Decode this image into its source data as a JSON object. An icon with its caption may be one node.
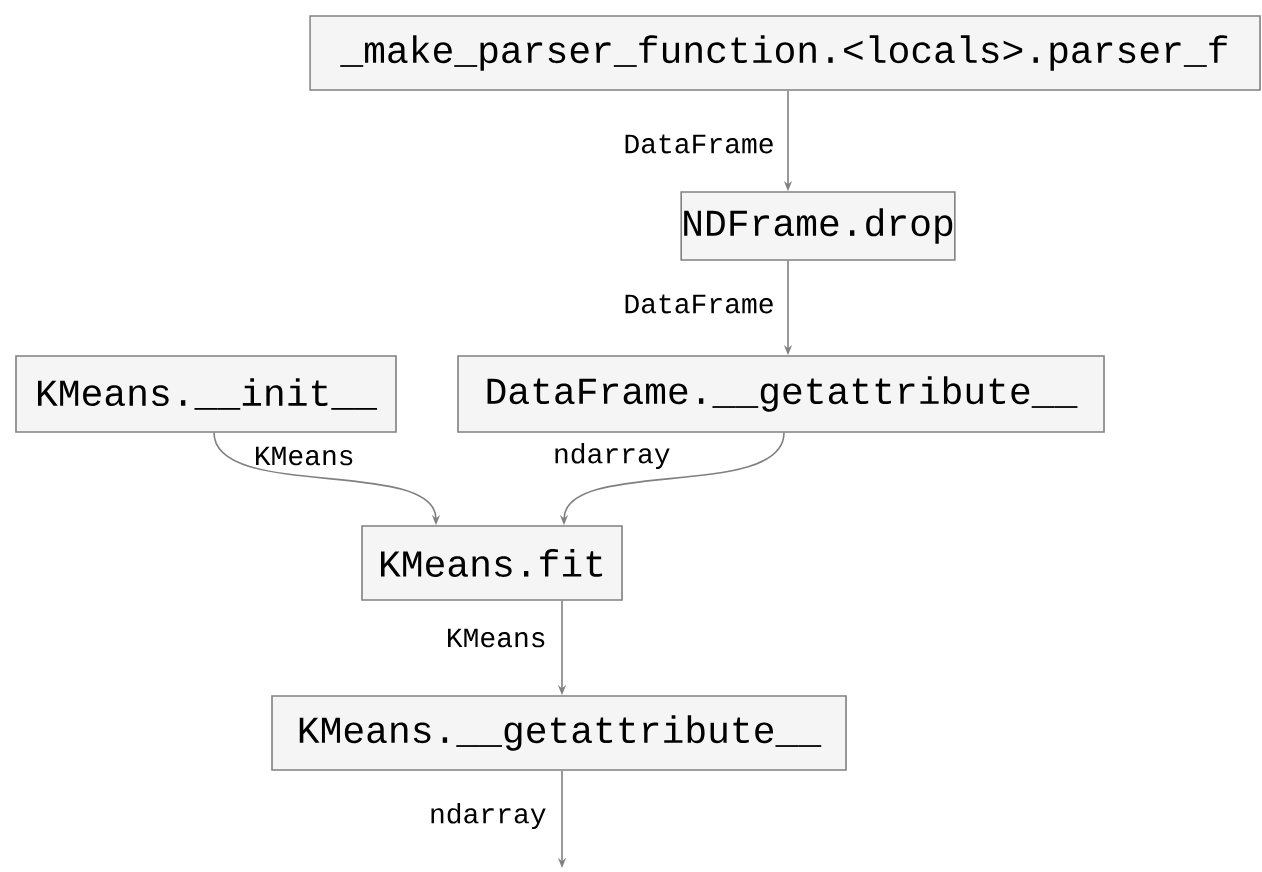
{
  "diagram": {
    "nodes": [
      {
        "text": [
          "_make_parser_function.<locals>.parser_f"
        ]
      },
      {
        "text": [
          "NDFrame.drop"
        ]
      },
      {
        "text": [
          "KMeans.__init__"
        ]
      },
      {
        "text": [
          "DataFrame.__getattribute__"
        ]
      },
      {
        "text": [
          "KMeans.fit"
        ]
      },
      {
        "text": [
          "KMeans.__getattribute__"
        ]
      }
    ],
    "edges": [
      {
        "from": 0,
        "to": 1,
        "arrow": "to",
        "label": "DataFrame"
      },
      {
        "from": 1,
        "to": 3,
        "arrow": "to",
        "label": "DataFrame"
      },
      {
        "from": 2,
        "to": 4,
        "arrow": "to",
        "label": "KMeans"
      },
      {
        "from": 3,
        "to": 4,
        "arrow": "to",
        "label": "ndarray"
      },
      {
        "from": 4,
        "to": 5,
        "arrow": "to",
        "label": "KMeans"
      },
      {
        "from": 5,
        "to": null,
        "arrow": "to",
        "label": "ndarray"
      }
    ]
  }
}
